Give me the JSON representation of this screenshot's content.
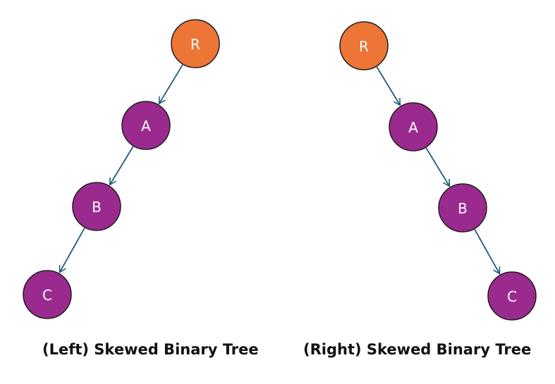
{
  "colors": {
    "root_fill": "#ED7536",
    "node_fill": "#9B2A8F",
    "node_stroke": "#1F1F1F",
    "edge": "#1F5C7A"
  },
  "trees": [
    {
      "caption": "(Left) Skewed Binary Tree",
      "nodes": [
        {
          "id": "R",
          "label": "R",
          "root": true
        },
        {
          "id": "A",
          "label": "A"
        },
        {
          "id": "B",
          "label": "B"
        },
        {
          "id": "C",
          "label": "C"
        }
      ],
      "edges": [
        [
          "R",
          "A"
        ],
        [
          "A",
          "B"
        ],
        [
          "B",
          "C"
        ]
      ]
    },
    {
      "caption": "(Right) Skewed Binary Tree",
      "nodes": [
        {
          "id": "R",
          "label": "R",
          "root": true
        },
        {
          "id": "A",
          "label": "A"
        },
        {
          "id": "B",
          "label": "B"
        },
        {
          "id": "C",
          "label": "C"
        }
      ],
      "edges": [
        [
          "R",
          "A"
        ],
        [
          "A",
          "B"
        ],
        [
          "B",
          "C"
        ]
      ]
    }
  ]
}
